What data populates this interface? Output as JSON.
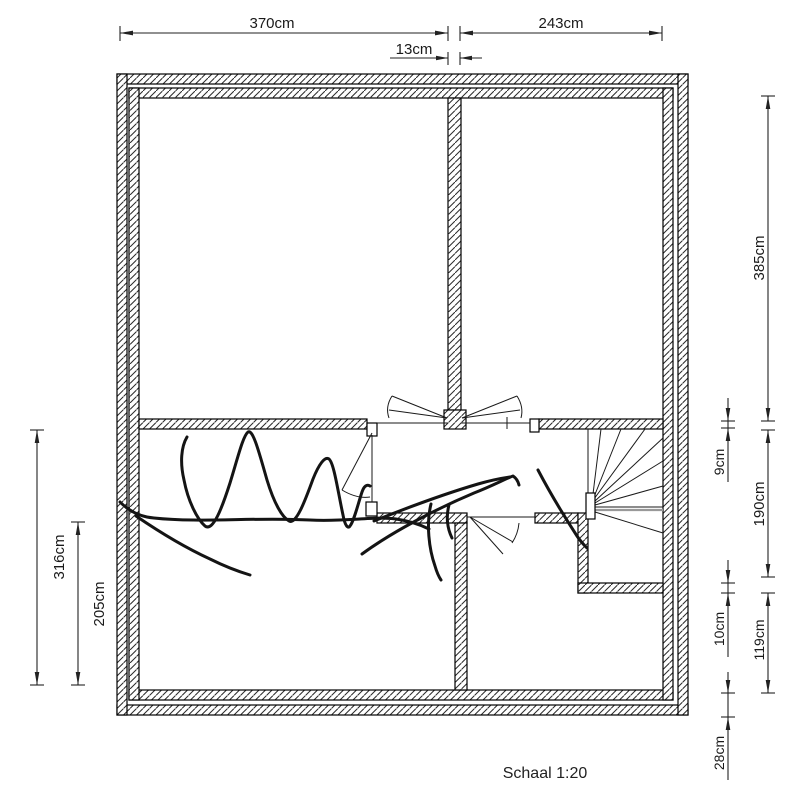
{
  "colors": {
    "background": "#ffffff",
    "wall_line": "#000000",
    "hatch": "#2a2a2a",
    "dimension_line": "#222222",
    "sketch_stroke": "#141414",
    "stair_accent": "#999999"
  },
  "scale": {
    "label": "Schaal 1:20"
  },
  "dimensions": {
    "top": [
      {
        "label": "370cm"
      },
      {
        "label": "13cm"
      },
      {
        "label": "243cm"
      }
    ],
    "right": [
      {
        "label": "385cm"
      },
      {
        "label": "9cm"
      },
      {
        "label": "190cm"
      },
      {
        "label": "10cm"
      },
      {
        "label": "119cm"
      },
      {
        "label": "28cm"
      }
    ],
    "left": [
      {
        "label": "316cm"
      },
      {
        "label": "205cm"
      }
    ]
  }
}
